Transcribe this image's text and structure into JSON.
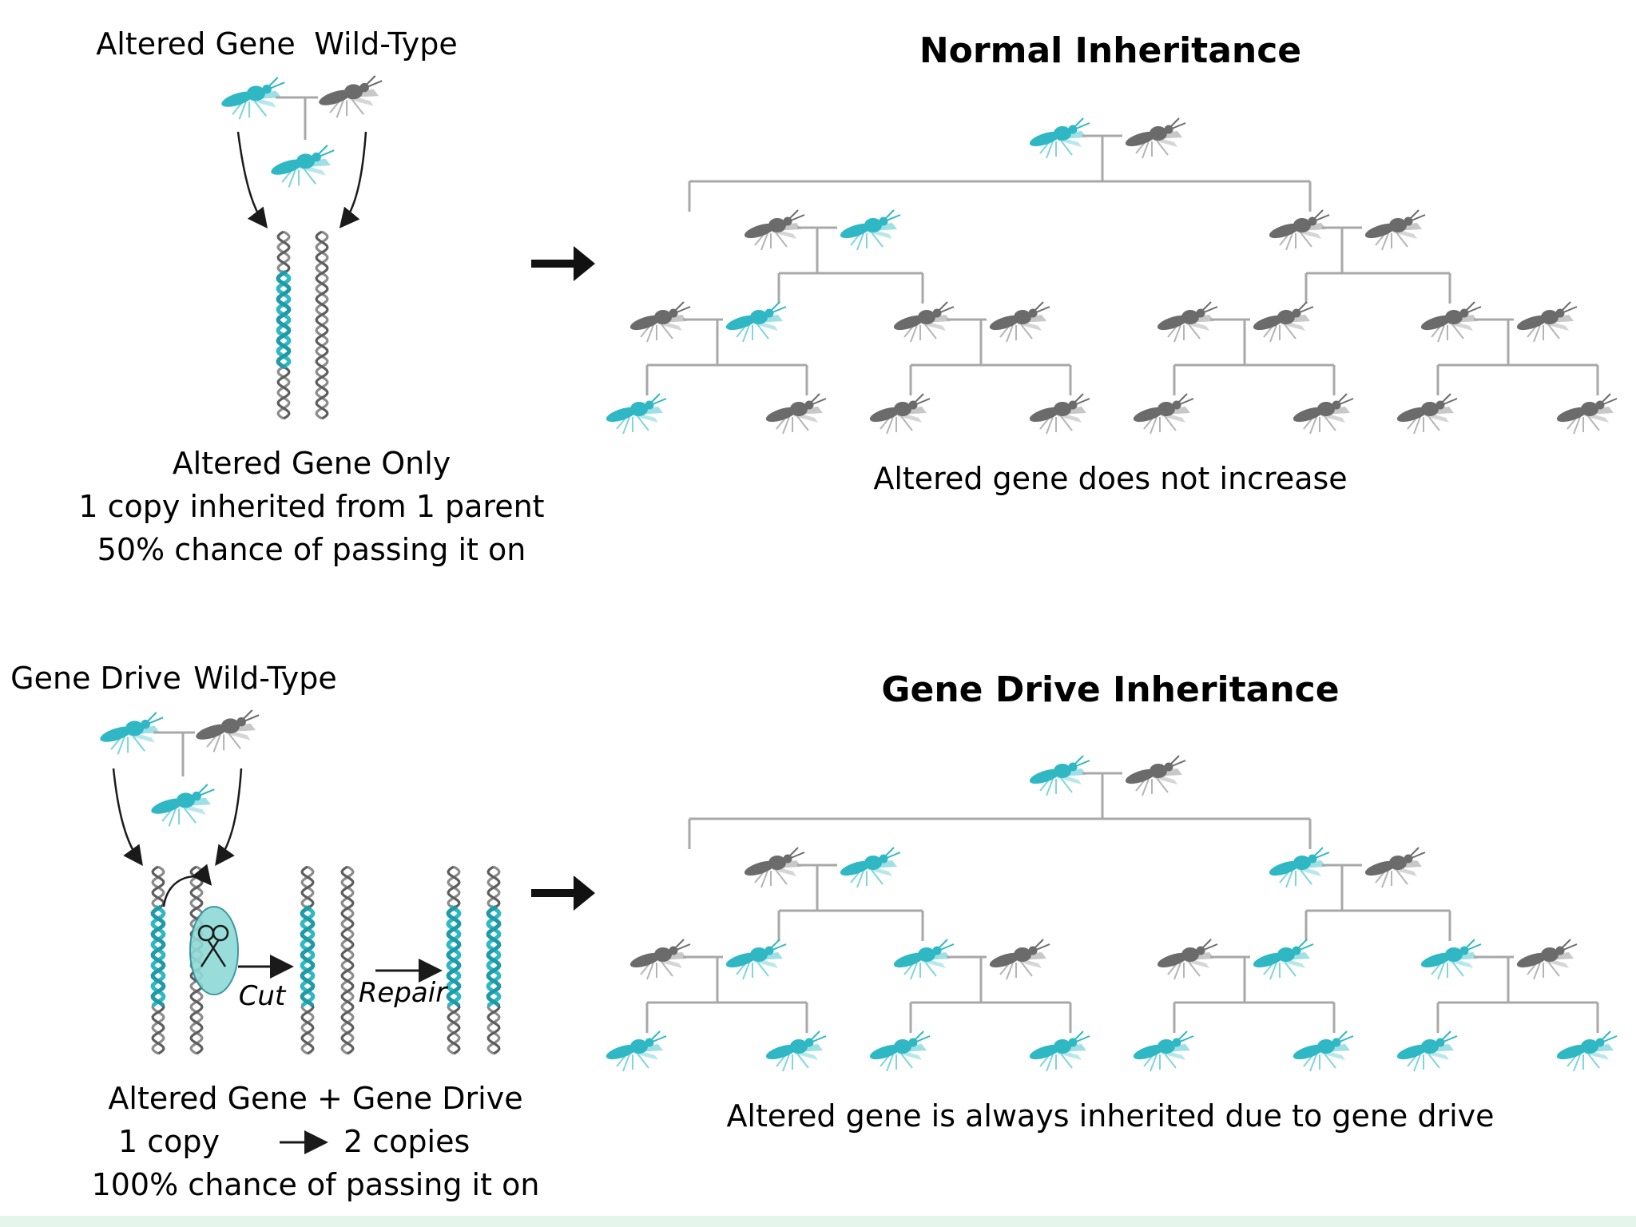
{
  "colors": {
    "altered": "#2fb8c4",
    "altered_light": "#7fd6dd",
    "wild": "#6b6b6b",
    "wild_light": "#b5b5b5",
    "line": "#a8a8a8",
    "text": "#1a1a1a",
    "strip": "#e6f5ec",
    "scissor_fill": "#8fdad8"
  },
  "normal": {
    "left_labels": {
      "altered": "Altered Gene",
      "wild": "Wild-Type"
    },
    "caption": [
      "Altered Gene Only",
      "1 copy inherited from 1 parent",
      "50% chance of passing it on"
    ],
    "title": "Normal Inheritance",
    "footer": "Altered gene does not increase",
    "tree": {
      "root": [
        "altered",
        "wild"
      ],
      "gen2": [
        [
          "wild",
          "altered"
        ],
        [
          "wild",
          "wild"
        ]
      ],
      "gen3": [
        [
          "wild",
          "altered"
        ],
        [
          "wild",
          "wild"
        ],
        [
          "wild",
          "wild"
        ],
        [
          "wild",
          "wild"
        ]
      ],
      "gen4": [
        "altered",
        "wild",
        "wild",
        "wild",
        "wild",
        "wild",
        "wild",
        "wild"
      ]
    }
  },
  "drive": {
    "left_labels": {
      "drive": "Gene Drive",
      "wild": "Wild-Type"
    },
    "cut_label": "Cut",
    "repair_label": "Repair",
    "caption_line1": "Altered Gene + Gene Drive",
    "caption_line2_a": "1 copy",
    "caption_line2_b": "2 copies",
    "caption_line3": "100% chance of passing it on",
    "title": "Gene Drive Inheritance",
    "footer": "Altered gene is always inherited due to gene drive",
    "tree": {
      "root": [
        "altered",
        "wild"
      ],
      "gen2": [
        [
          "wild",
          "altered"
        ],
        [
          "altered",
          "wild"
        ]
      ],
      "gen3": [
        [
          "wild",
          "altered"
        ],
        [
          "altered",
          "wild"
        ],
        [
          "wild",
          "altered"
        ],
        [
          "altered",
          "wild"
        ]
      ],
      "gen4": [
        "altered",
        "altered",
        "altered",
        "altered",
        "altered",
        "altered",
        "altered",
        "altered"
      ]
    }
  },
  "icons": {
    "mosquito": "mosquito-icon",
    "arrow": "arrow-right-icon",
    "scissors": "scissors-icon",
    "dna": "dna-icon"
  }
}
